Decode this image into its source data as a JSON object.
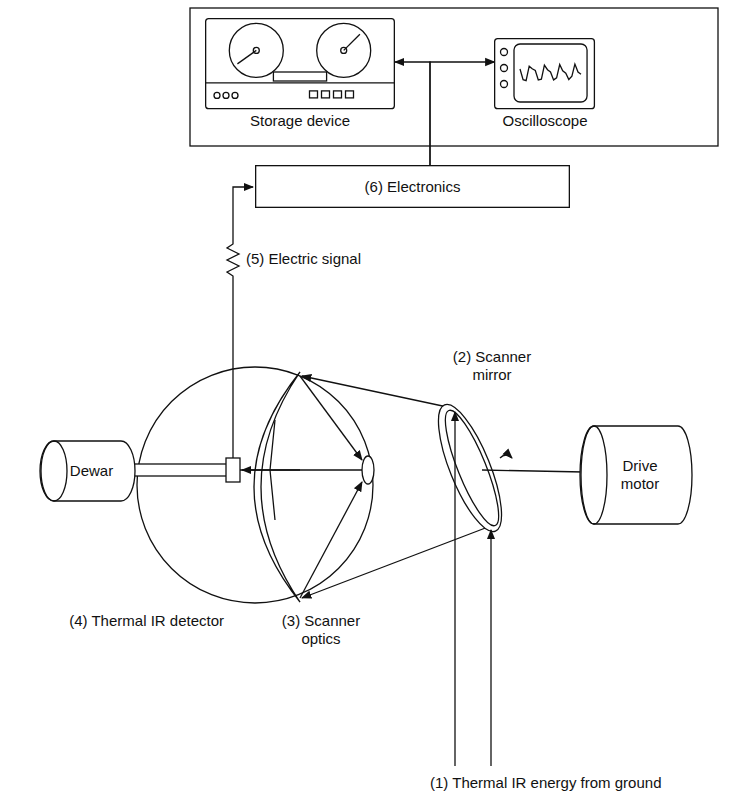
{
  "diagram": {
    "nodes": [
      {
        "text": [
          "Storage device"
        ]
      },
      {
        "text": [
          "Oscilloscope"
        ]
      },
      {
        "text": [
          "(6) Electronics"
        ]
      },
      {
        "text": [
          "Dewar"
        ]
      },
      {
        "text": [
          "Drive motor"
        ]
      }
    ],
    "edges": [
      {
        "from": 2,
        "to": 0,
        "arrow": "to"
      },
      {
        "from": 2,
        "to": 1,
        "arrow": "to"
      }
    ],
    "labels": [
      "(5) Electric signal",
      "(2) Scanner mirror",
      "(4) Thermal IR detector",
      "(3) Scanner optics",
      "(1) Thermal IR energy from ground"
    ]
  }
}
